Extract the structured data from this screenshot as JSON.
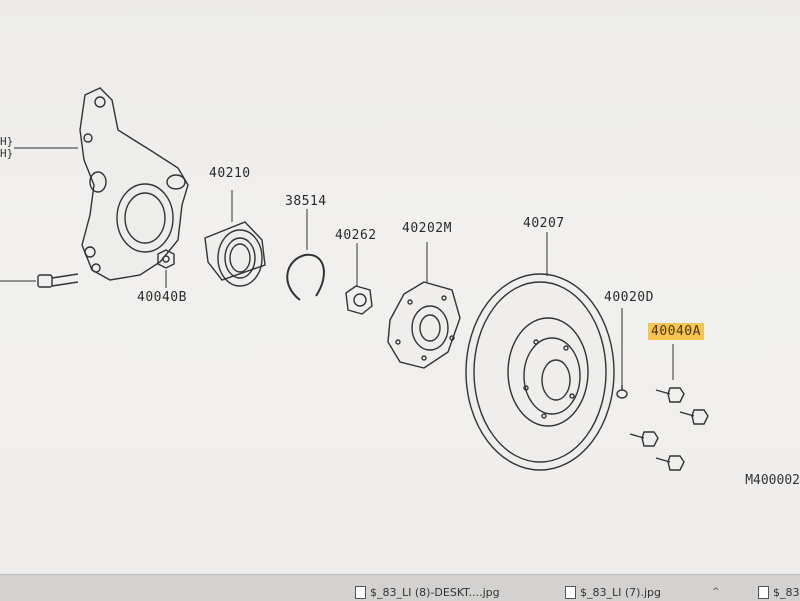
{
  "parts": {
    "knuckle_side_mark_1": "H}",
    "knuckle_side_mark_2": "H}",
    "p40210": "40210",
    "p38514": "38514",
    "p40262": "40262",
    "p40202m": "40202M",
    "p40207": "40207",
    "p40020d": "40020D",
    "p40040a": "40040A",
    "p40040b": "40040B"
  },
  "diagram_ref": "M400002",
  "taskbar": {
    "item1_label": "$_83_LI (8)-DESKT....jpg",
    "item2_label": "$_83_LI (7).jpg",
    "item3_label": "$_83"
  },
  "colors": {
    "highlight": "#f6c453",
    "line": "#333333"
  }
}
